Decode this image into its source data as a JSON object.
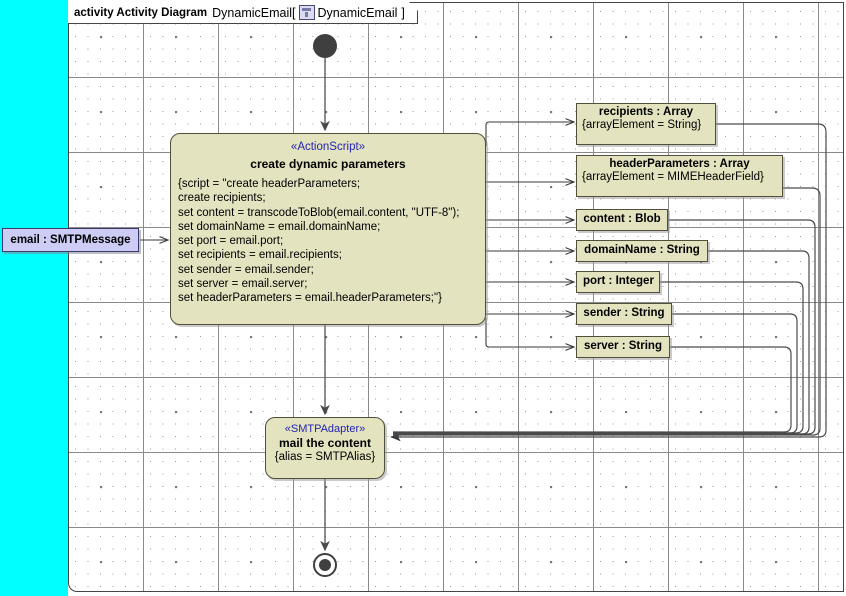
{
  "frame": {
    "keyword": "activity Activity Diagram",
    "name": "DynamicEmail",
    "bracket_open": "[",
    "icon": "class-diagram-icon",
    "inner_name": "DynamicEmail",
    "bracket_close": "]"
  },
  "colors": {
    "canvas_background": "#ffffff",
    "side_panel": "#00ffff",
    "node_fill": "#e3e3c0",
    "node_border": "#50503a",
    "stereotype_text": "#2424b4",
    "pin_fill": "#ccccf5",
    "pin_border": "#3a3a6a",
    "control_node": "#3f3f3f",
    "grid_dot": "#9a9a9a"
  },
  "input_pin": {
    "label": "email : SMTPMessage"
  },
  "action_node": {
    "stereotype": "«ActionScript»",
    "name": "create dynamic parameters",
    "script": "{script = \"create headerParameters;\ncreate recipients;\nset content = transcodeToBlob(email.content, \"UTF-8\");\nset domainName = email.domainName;\nset port = email.port;\nset recipients = email.recipients;\nset sender = email.sender;\nset server = email.server;\nset headerParameters = email.headerParameters;\"}"
  },
  "adapter_node": {
    "stereotype": "«SMTPAdapter»",
    "name": "mail the content",
    "property": "{alias = SMTPAlias}"
  },
  "object_nodes": [
    {
      "id": "recipients",
      "title": "recipients : Array",
      "property": "{arrayElement = String}"
    },
    {
      "id": "headerParameters",
      "title": "headerParameters : Array",
      "property": "{arrayElement = MIMEHeaderField}"
    },
    {
      "id": "content",
      "title": "content : Blob",
      "property": ""
    },
    {
      "id": "domainName",
      "title": "domainName : String",
      "property": ""
    },
    {
      "id": "port",
      "title": "port : Integer",
      "property": ""
    },
    {
      "id": "sender",
      "title": "sender : String",
      "property": ""
    },
    {
      "id": "server",
      "title": "server : String",
      "property": ""
    }
  ],
  "control_nodes": {
    "initial": "initial-node",
    "final": "activity-final-node"
  }
}
